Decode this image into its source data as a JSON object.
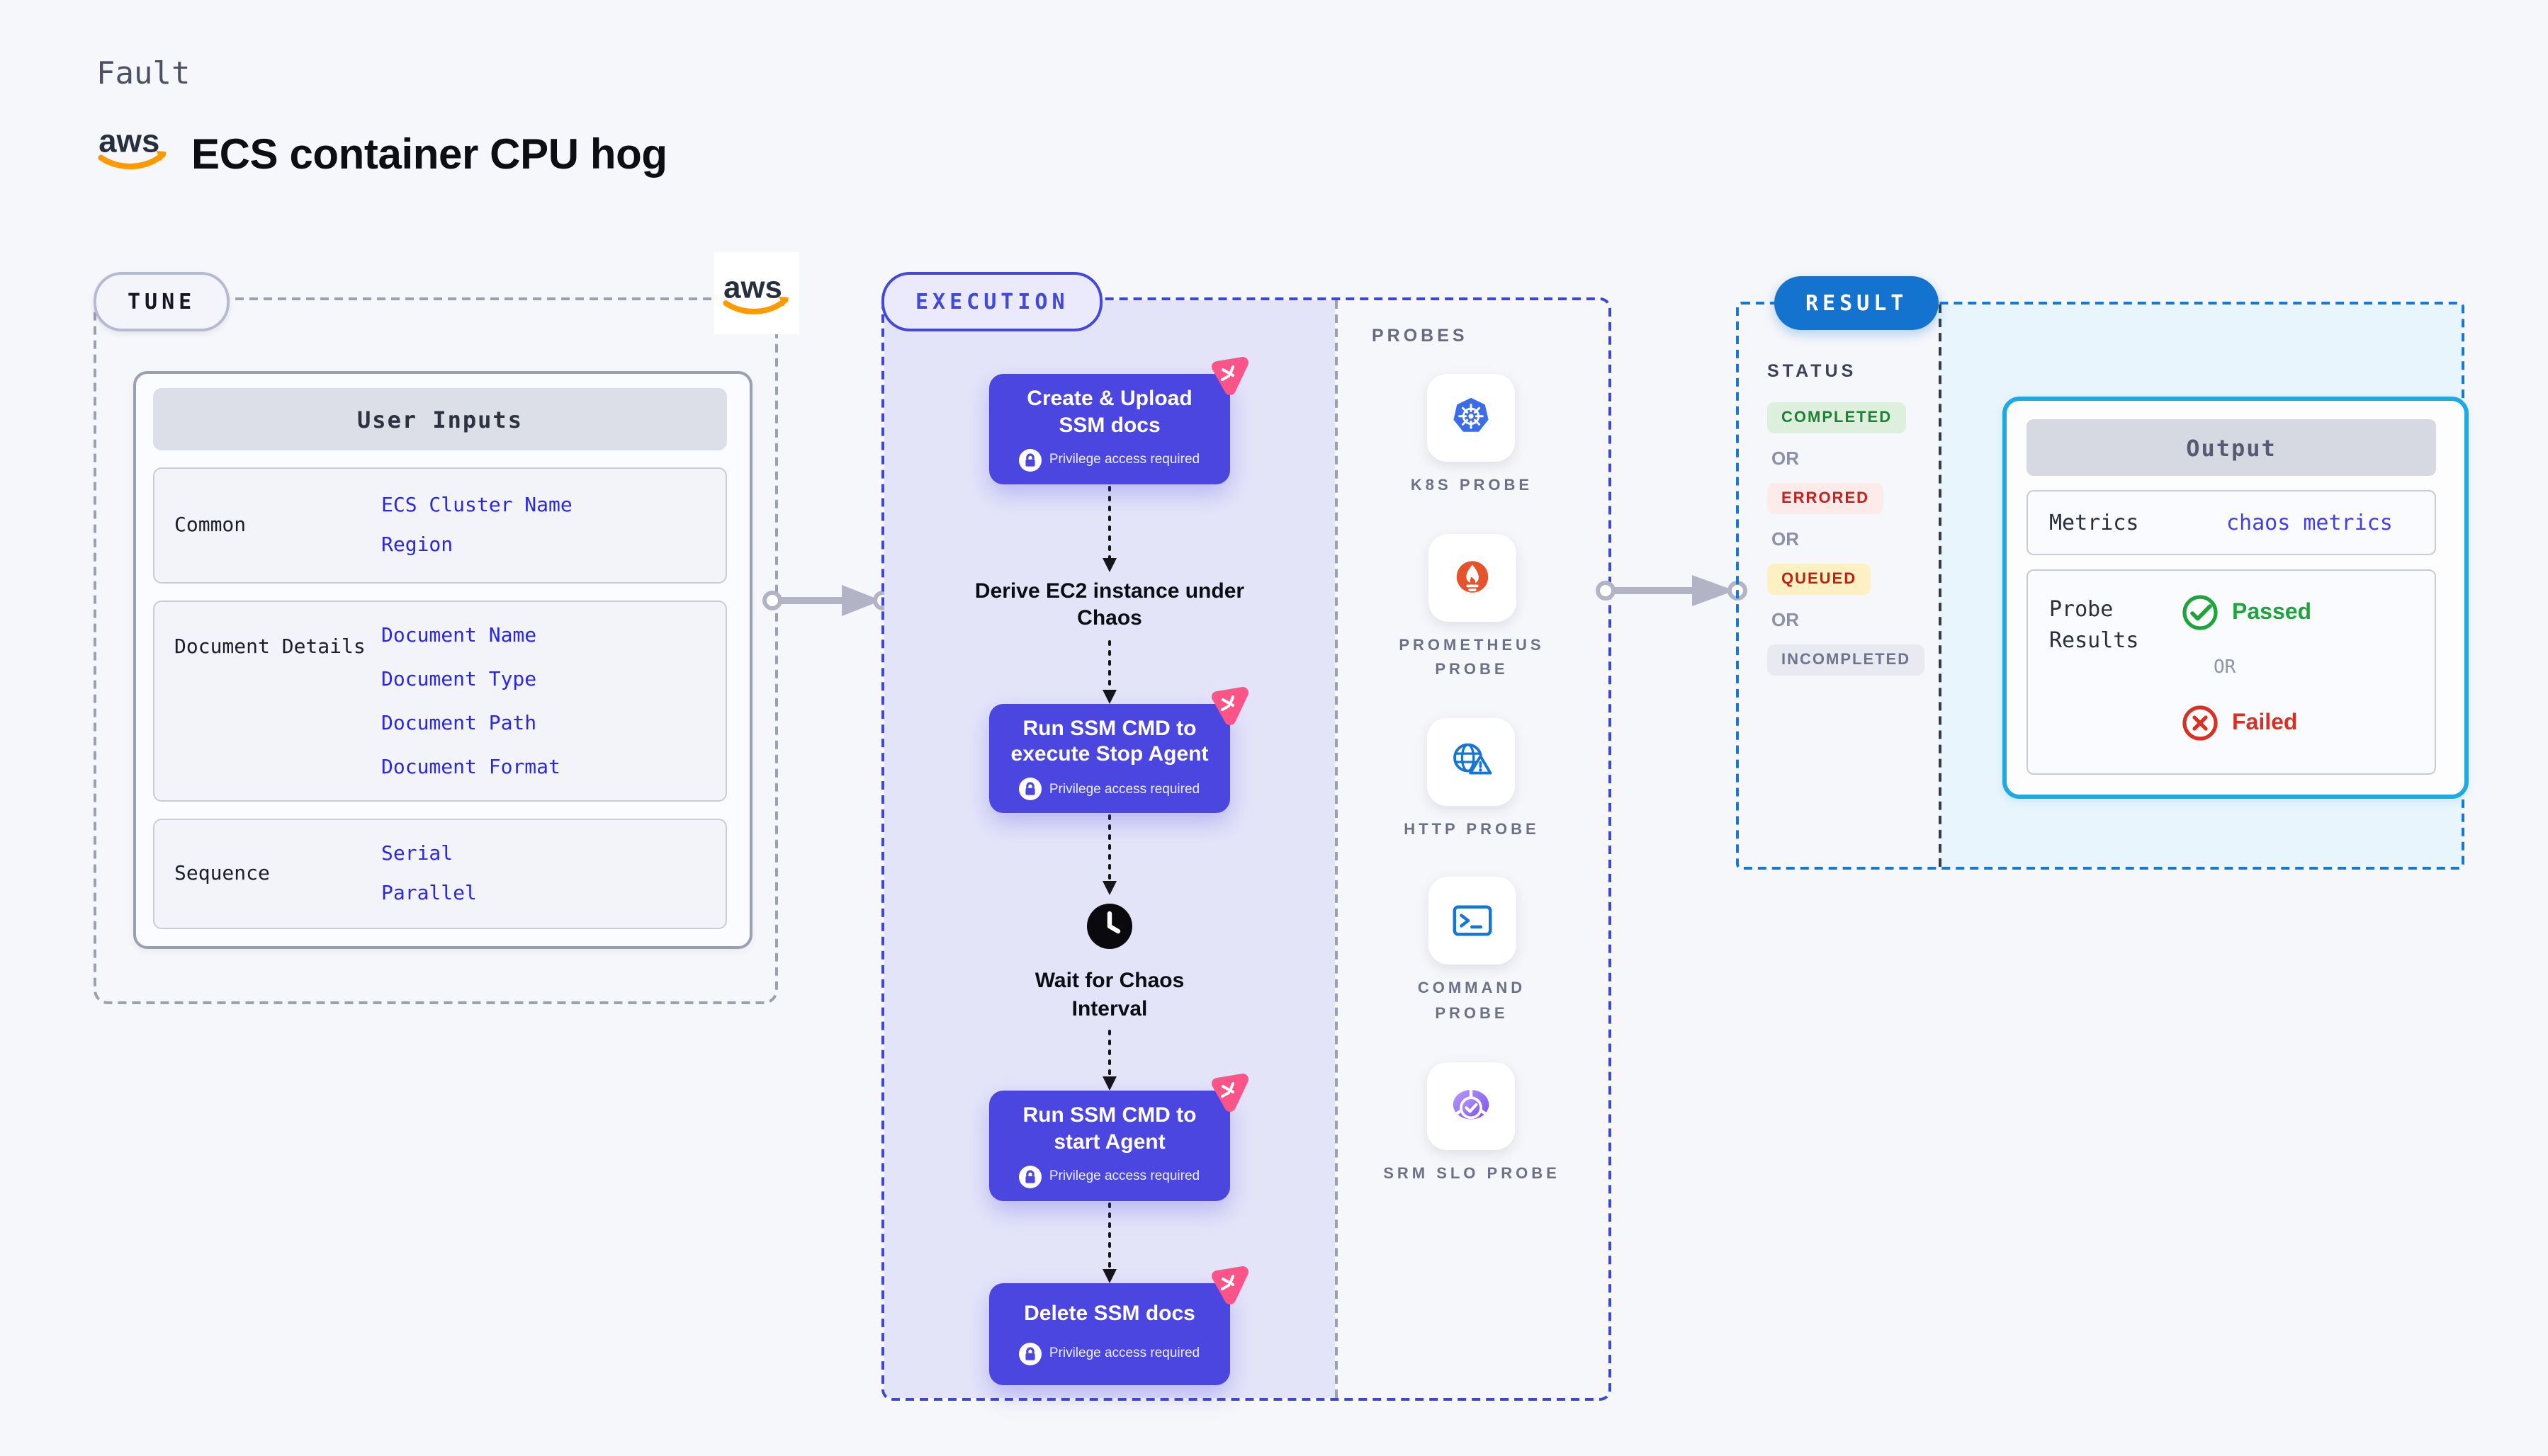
{
  "colors": {
    "page_bg": "#f6f7fa",
    "accent_indigo": "#4c46e1",
    "execution_border": "#4046d0",
    "execution_fill": "#e4e4f9",
    "chaos_pink": "#fa5488",
    "result_blue": "#1473cf",
    "result_border": "#1778d2",
    "output_border": "#1fa9e3",
    "link_blue": "#2b28dd",
    "passed_green": "#1ea43c",
    "failed_red": "#d93025",
    "aws_orange": "#ff9900",
    "aws_navy": "#252f3e"
  },
  "page": {
    "kicker": "Fault",
    "title": "ECS container CPU hog",
    "aws_logo": "aws"
  },
  "tune": {
    "pill": "TUNE",
    "table": {
      "header": "User Inputs",
      "rows": [
        {
          "label": "Common",
          "links": [
            "ECS Cluster Name",
            "Region"
          ]
        },
        {
          "label": "Document Details",
          "links": [
            "Document Name",
            "Document Type",
            "Document Path",
            "Document Format"
          ]
        },
        {
          "label": "Sequence",
          "links": [
            "Serial",
            "Parallel"
          ]
        }
      ]
    }
  },
  "execution": {
    "pill": "EXECUTION",
    "steps": [
      {
        "title": "Create & Upload SSM docs",
        "badge": "Privilege access required"
      },
      {
        "title": "Derive EC2 instance under Chaos"
      },
      {
        "title": "Run SSM CMD to execute Stop Agent",
        "badge": "Privilege access required"
      },
      {
        "title": "Wait for Chaos Interval"
      },
      {
        "title": "Run SSM CMD to start Agent",
        "badge": "Privilege access required"
      },
      {
        "title": "Delete SSM docs",
        "badge": "Privilege access required"
      }
    ],
    "probes": {
      "heading": "PROBES",
      "items": [
        {
          "label": "K8S PROBE",
          "icon": "kubernetes-icon"
        },
        {
          "label": "PROMETHEUS PROBE",
          "icon": "prometheus-icon"
        },
        {
          "label": "HTTP PROBE",
          "icon": "http-globe-warning-icon"
        },
        {
          "label": "COMMAND PROBE",
          "icon": "terminal-icon"
        },
        {
          "label": "SRM SLO PROBE",
          "icon": "srm-slo-icon"
        }
      ]
    }
  },
  "result": {
    "pill": "RESULT",
    "status": {
      "heading": "STATUS",
      "or_label": "OR",
      "badges": [
        {
          "label": "COMPLETED",
          "type": "completed"
        },
        {
          "label": "ERRORED",
          "type": "errored"
        },
        {
          "label": "QUEUED",
          "type": "queued"
        },
        {
          "label": "INCOMPLETED",
          "type": "incompleted"
        }
      ]
    },
    "output": {
      "header": "Output",
      "metrics_label": "Metrics",
      "metrics_value": "chaos metrics",
      "probe_results_label": "Probe Results",
      "passed_label": "Passed",
      "or_label": "OR",
      "failed_label": "Failed"
    }
  }
}
